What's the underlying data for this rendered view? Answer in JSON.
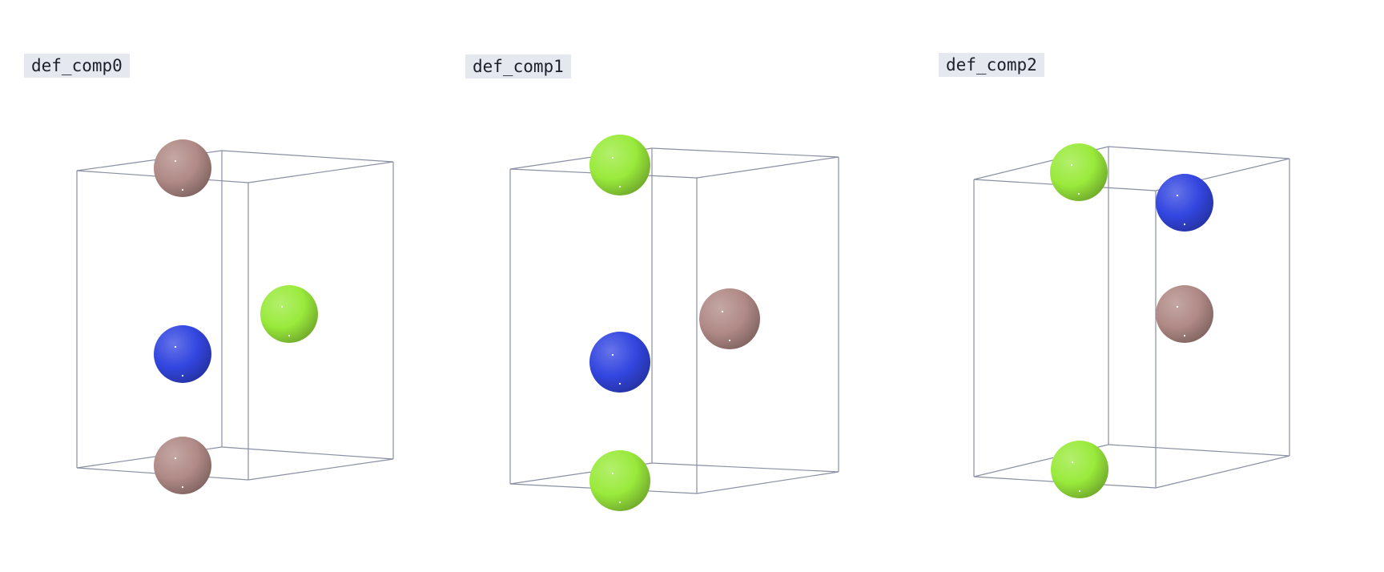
{
  "panels": [
    {
      "label": "def_comp0",
      "atoms": [
        {
          "species": "rose-brown",
          "color": "#b08a86"
        },
        {
          "species": "blue",
          "color": "#3346e0"
        },
        {
          "species": "green",
          "color": "#9aea3c"
        },
        {
          "species": "rose-brown",
          "color": "#b08a86"
        }
      ]
    },
    {
      "label": "def_comp1",
      "atoms": [
        {
          "species": "green",
          "color": "#9aea3c"
        },
        {
          "species": "rose-brown",
          "color": "#b08a86"
        },
        {
          "species": "blue",
          "color": "#3346e0"
        },
        {
          "species": "green",
          "color": "#9aea3c"
        }
      ]
    },
    {
      "label": "def_comp2",
      "atoms": [
        {
          "species": "green",
          "color": "#9aea3c"
        },
        {
          "species": "blue",
          "color": "#3346e0"
        },
        {
          "species": "rose-brown",
          "color": "#b08a86"
        },
        {
          "species": "green",
          "color": "#9aea3c"
        }
      ]
    }
  ],
  "colors": {
    "cell_edge": "#8a8fa3",
    "label_background": "#e5e8ee"
  }
}
